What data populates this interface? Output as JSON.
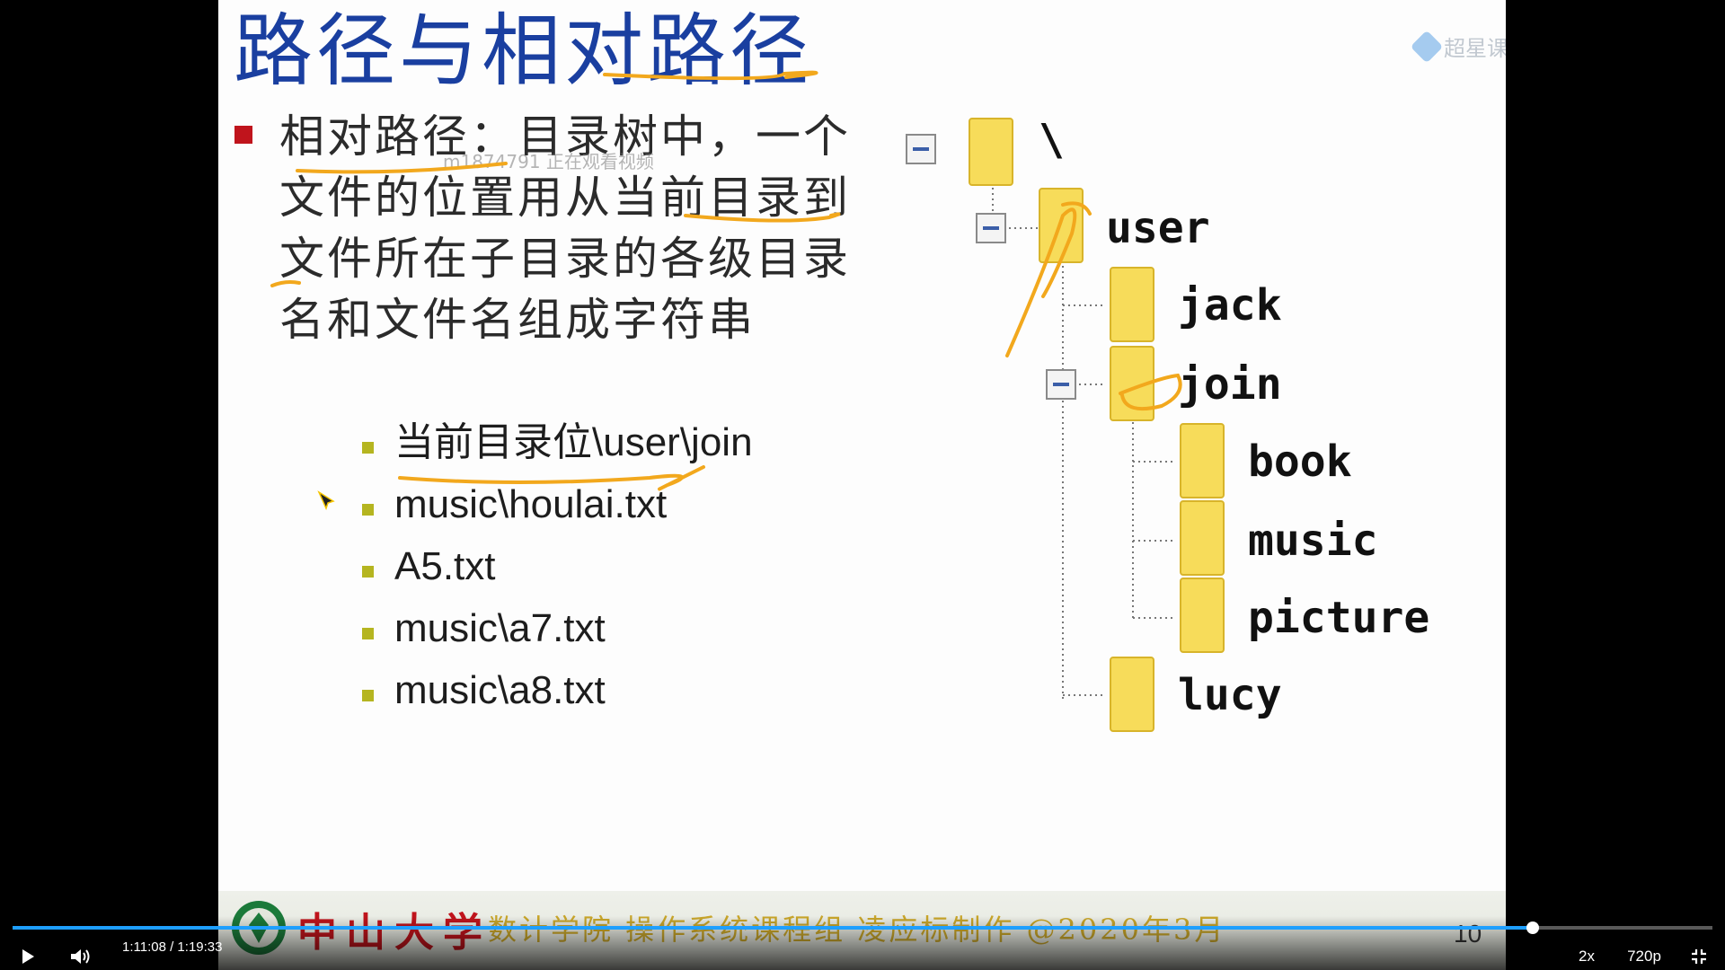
{
  "slide": {
    "title": "路径与相对路径",
    "watermark_logo": "超星课堂",
    "overlay_watermark": "m1874791 正在观看视频",
    "main_point": "相对路径：目录树中，一个文件的位置用从当前目录到文件所在子目录的各级目录名和文件名组成字符串",
    "sub_items": [
      "当前目录位\\user\\join",
      "music\\houlai.txt",
      "A5.txt",
      "music\\a7.txt",
      "music\\a8.txt"
    ],
    "tree": {
      "root": "\\",
      "user": "user",
      "jack": "jack",
      "join": "join",
      "book": "book",
      "music": "music",
      "picture": "picture",
      "lucy": "lucy"
    },
    "footer": {
      "university": "中山大学",
      "credit": "数计学院 操作系统课程组 凌应标制作 @2020年3月",
      "page_number": "10"
    }
  },
  "player": {
    "current_time": "1:11:08",
    "duration": "1:19:33",
    "time_display": "1:11:08 / 1:19:33",
    "progress": 0.8942,
    "speed_label": "2x",
    "quality_label": "720p",
    "colors": {
      "progress": "#1e9fff",
      "slide_title": "#1a3fa0",
      "annotation": "#f2a81d"
    }
  }
}
